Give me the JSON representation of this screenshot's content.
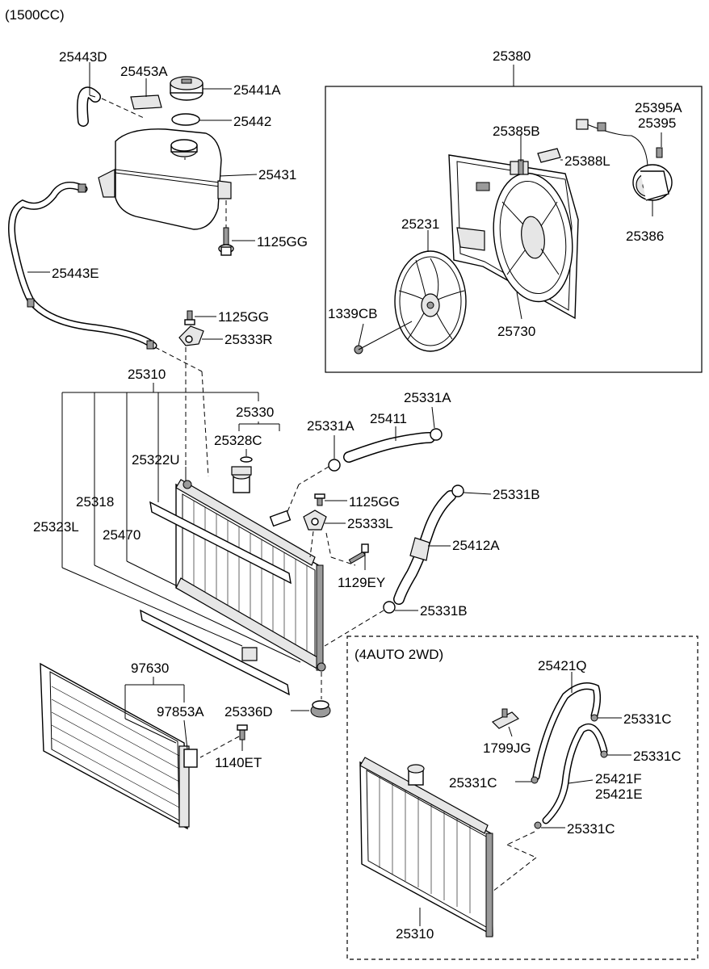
{
  "variant": "(1500CC)",
  "inset_label": "(4AUTO 2WD)",
  "labels": {
    "p25443D": "25443D",
    "p25453A": "25453A",
    "p25441A": "25441A",
    "p25442": "25442",
    "p25431": "25431",
    "p1125GG_a": "1125GG",
    "p25443E": "25443E",
    "p1125GG_b": "1125GG",
    "p25333R": "25333R",
    "p25380": "25380",
    "p25395A": "25395A",
    "p25395": "25395",
    "p25385B": "25385B",
    "p25388L": "25388L",
    "p25231": "25231",
    "p25386": "25386",
    "p1339CB": "1339CB",
    "p25730": "25730",
    "p25310_a": "25310",
    "p25330": "25330",
    "p25328C": "25328C",
    "p25322U": "25322U",
    "p25331A_a": "25331A",
    "p25411": "25411",
    "p25331A_b": "25331A",
    "p25318": "25318",
    "p25323L": "25323L",
    "p25470": "25470",
    "p1125GG_c": "1125GG",
    "p25333L": "25333L",
    "p25331B_a": "25331B",
    "p25412A": "25412A",
    "p1129EY": "1129EY",
    "p25331B_b": "25331B",
    "p97630": "97630",
    "p97853A": "97853A",
    "p25336D": "25336D",
    "p1140ET": "1140ET",
    "p25421Q": "25421Q",
    "p25331C_a": "25331C",
    "p1799JG": "1799JG",
    "p25331C_b": "25331C",
    "p25331C_c": "25331C",
    "p25421F": "25421F",
    "p25421E": "25421E",
    "p25331C_d": "25331C",
    "p25310_b": "25310"
  }
}
